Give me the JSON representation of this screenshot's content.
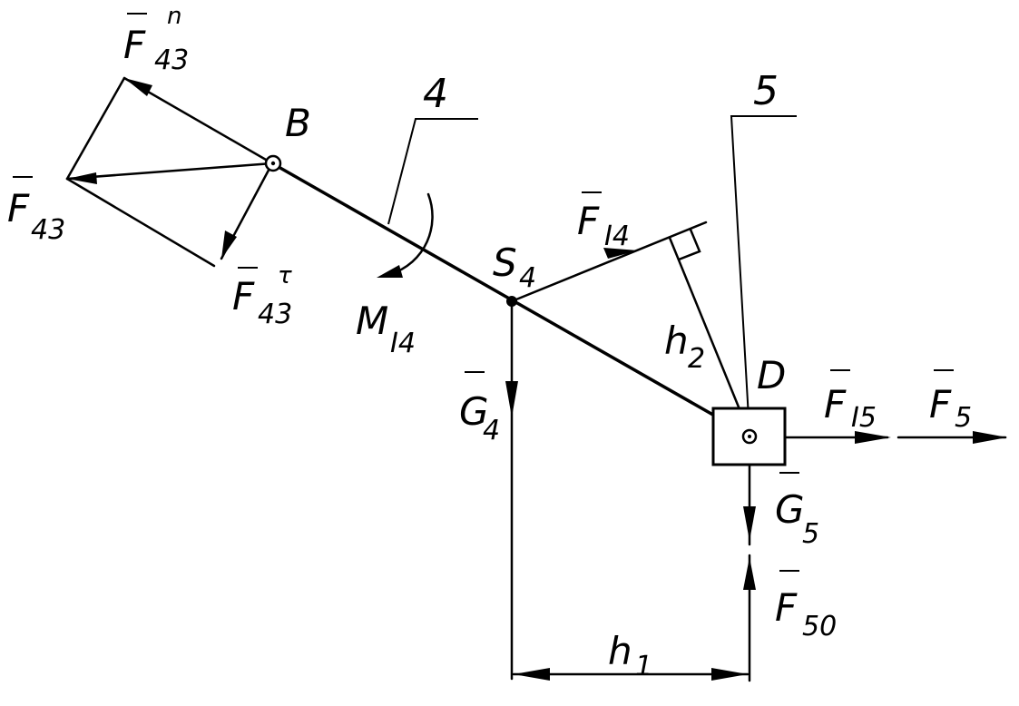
{
  "labels": {
    "point_b": "B",
    "point_d": "D",
    "s4": "S",
    "s4_sub": "4",
    "link_4": "4",
    "link_5": "5",
    "f43": "F",
    "f43_sub": "43",
    "f43n": "F",
    "f43n_sub": "43",
    "f43n_sup": "n",
    "f43t": "F",
    "f43t_sub": "43",
    "f43t_sup": "τ",
    "fi4": "F",
    "fi4_sub": "I4",
    "mi4": "M",
    "mi4_sub": "I4",
    "g4": "G",
    "g4_sub": "4",
    "g5": "G",
    "g5_sub": "5",
    "fi5": "F",
    "fi5_sub": "I5",
    "f5": "F",
    "f5_sub": "5",
    "f50": "F",
    "f50_sub": "50",
    "h1": "h",
    "h1_sub": "1",
    "h2": "h",
    "h2_sub": "2"
  }
}
